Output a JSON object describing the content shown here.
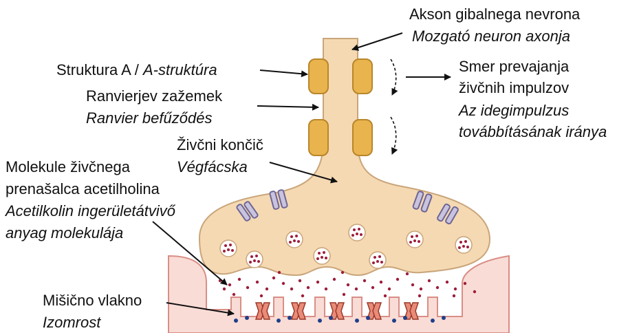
{
  "labels": {
    "axon": {
      "sl": "Akson gibalnega nevrona",
      "hu": "Mozgató neuron axonja"
    },
    "structure_a": {
      "sl": "Struktura A /",
      "hu": "A-struktúra"
    },
    "ranvier": {
      "sl": "Ranvierjev zažemek",
      "hu": "Ranvier befűződés"
    },
    "direction": {
      "sl_1": "Smer prevajanja",
      "sl_2": "živčnih impulzov",
      "hu_1": "Az idegimpulzus",
      "hu_2": "továbbításának iránya"
    },
    "terminal": {
      "sl": "Živčni končič",
      "hu": "Végfácska"
    },
    "acetylcholine": {
      "sl_1": "Molekule živčnega",
      "sl_2": "prenašalca acetilholina",
      "hu_1": "Acetilkolin ingerületátvivő",
      "hu_2": "anyag molekulája"
    },
    "muscle": {
      "sl": "Mišično vlakno",
      "hu": "Izomrost"
    }
  },
  "colors": {
    "neuron_fill": "#f5d9b3",
    "neuron_stroke": "#c9a57a",
    "myelin_fill": "#e9b34d",
    "myelin_stroke": "#b8862a",
    "muscle_fill": "#f9dcd6",
    "muscle_stroke": "#d98e86",
    "molecule": "#9e1d3a",
    "receptor_fill": "#e88b78",
    "receptor_stroke": "#9b3a2a",
    "channel_fill": "#c9c3de",
    "channel_stroke": "#6d6594",
    "blue_dots": "#1f3f8a",
    "arrow": "#111111"
  }
}
